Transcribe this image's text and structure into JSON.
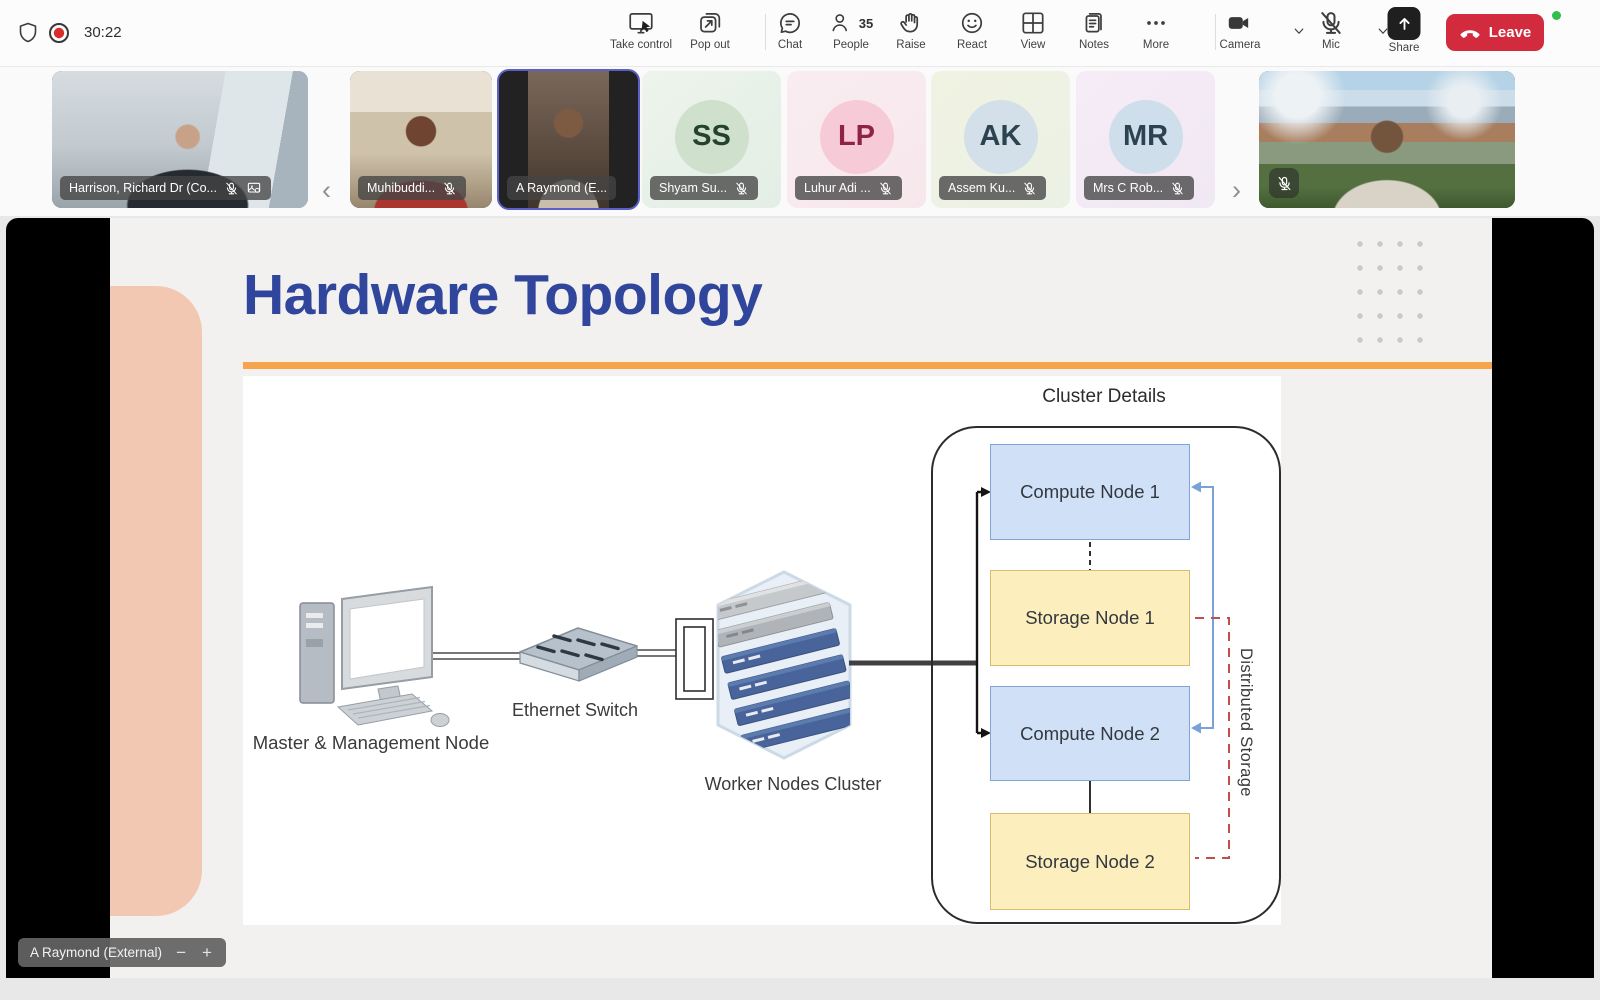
{
  "topbar": {
    "timer": "30:22",
    "buttons": {
      "take_control": "Take control",
      "pop_out": "Pop out",
      "chat": "Chat",
      "people": "People",
      "people_count": "35",
      "raise": "Raise",
      "react": "React",
      "view": "View",
      "notes": "Notes",
      "more": "More",
      "camera": "Camera",
      "mic": "Mic",
      "share": "Share",
      "leave": "Leave"
    }
  },
  "filmstrip": {
    "tiles": [
      {
        "name": "Harrison, Richard Dr (Co...",
        "type": "video",
        "muted": true
      },
      {
        "name": "Muhibuddi...",
        "type": "video",
        "muted": true
      },
      {
        "name": "A Raymond (E...",
        "type": "video",
        "active": true,
        "muted": false
      },
      {
        "name": "Shyam Su...",
        "type": "avatar",
        "initials": "SS",
        "muted": true,
        "avatar_bg": "#cfe0cc",
        "avatar_fg": "#24422f"
      },
      {
        "name": "Luhur Adi ...",
        "type": "avatar",
        "initials": "LP",
        "muted": true,
        "avatar_bg": "#f7cad7",
        "avatar_fg": "#8f2347"
      },
      {
        "name": "Assem Ku...",
        "type": "avatar",
        "initials": "AK",
        "muted": true,
        "avatar_bg": "#d3dfe9",
        "avatar_fg": "#2b4351"
      },
      {
        "name": "Mrs C Rob...",
        "type": "avatar",
        "initials": "MR",
        "muted": true,
        "avatar_bg": "#cfdeeb",
        "avatar_fg": "#2b4351"
      },
      {
        "type": "video",
        "muted": true
      }
    ]
  },
  "stage": {
    "presenter_pill": {
      "label": "A Raymond (External)"
    },
    "slide": {
      "title": "Hardware Topology",
      "diagram": {
        "master_node_label": "Master & Management Node",
        "ethernet_switch_label": "Ethernet Switch",
        "worker_cluster_label": "Worker Nodes Cluster",
        "cluster_details_title": "Cluster Details",
        "compute_node_1": "Compute Node 1",
        "storage_node_1": "Storage Node 1",
        "compute_node_2": "Compute Node 2",
        "storage_node_2": "Storage Node 2",
        "distributed_storage_label": "Distributed Storage"
      }
    }
  },
  "icons": {
    "chevron_left": "‹",
    "chevron_right": "›",
    "zoom_out": "−",
    "zoom_in": "+"
  },
  "colors": {
    "leave_red": "#d22b3e",
    "record_red": "#d92c2c",
    "active_tile_border": "#5b5fc7",
    "presence_green": "#2fbf4f",
    "slide_title_blue": "#30459c",
    "slide_accent_orange": "#f7a54d",
    "slide_shape_salmon": "#f3c8b2",
    "compute_node_fill": "#cfe0f7",
    "compute_node_border": "#7ea6dd",
    "storage_node_fill": "#fceebd",
    "storage_node_border": "#d9bd6e",
    "replication_dash_red": "#bf4f4c",
    "feedback_line_blue": "#7aa1d8"
  }
}
